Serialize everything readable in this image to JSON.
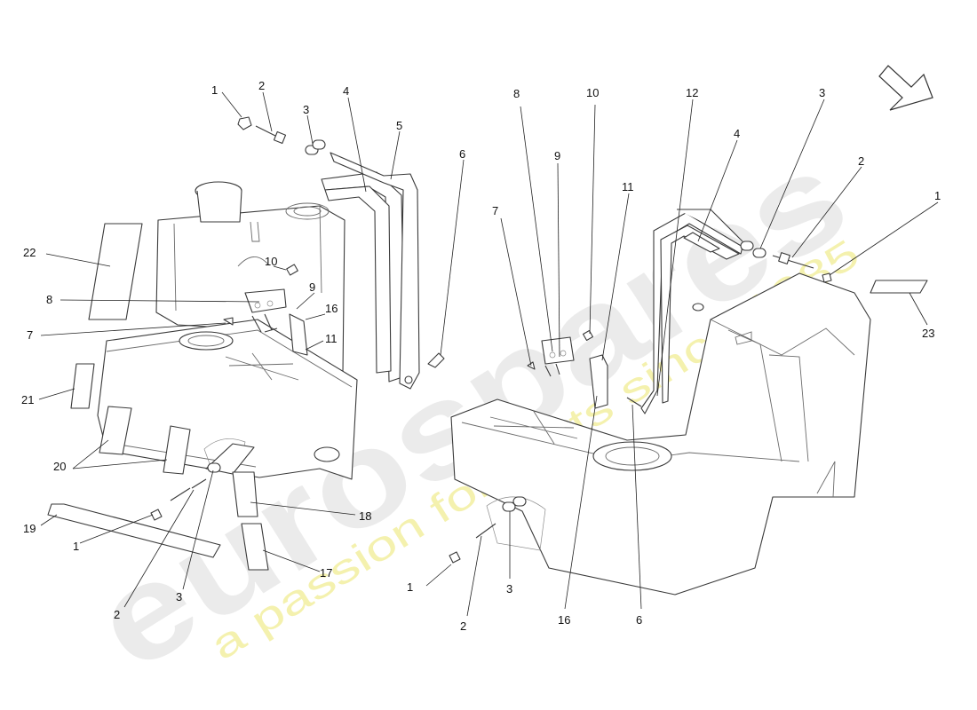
{
  "watermark": {
    "brand": "eurospares",
    "tagline": "a passion for parts since 1985"
  },
  "callouts": [
    {
      "id": "c1a",
      "label": "1"
    },
    {
      "id": "c2a",
      "label": "2"
    },
    {
      "id": "c3a",
      "label": "3"
    },
    {
      "id": "c4a",
      "label": "4"
    },
    {
      "id": "c5a",
      "label": "5"
    },
    {
      "id": "c6a",
      "label": "6"
    },
    {
      "id": "c22",
      "label": "22"
    },
    {
      "id": "c10a",
      "label": "10"
    },
    {
      "id": "c9a",
      "label": "9"
    },
    {
      "id": "c8a",
      "label": "8"
    },
    {
      "id": "c16a",
      "label": "16"
    },
    {
      "id": "c7a",
      "label": "7"
    },
    {
      "id": "c11a",
      "label": "11"
    },
    {
      "id": "c21",
      "label": "21"
    },
    {
      "id": "c20",
      "label": "20"
    },
    {
      "id": "c18",
      "label": "18"
    },
    {
      "id": "c19",
      "label": "19"
    },
    {
      "id": "c1b",
      "label": "1"
    },
    {
      "id": "c17",
      "label": "17"
    },
    {
      "id": "c2b",
      "label": "2"
    },
    {
      "id": "c3b",
      "label": "3"
    },
    {
      "id": "c8b",
      "label": "8"
    },
    {
      "id": "c10b",
      "label": "10"
    },
    {
      "id": "c12",
      "label": "12"
    },
    {
      "id": "c3c",
      "label": "3"
    },
    {
      "id": "c9b",
      "label": "9"
    },
    {
      "id": "c4b",
      "label": "4"
    },
    {
      "id": "c11b",
      "label": "11"
    },
    {
      "id": "c7b",
      "label": "7"
    },
    {
      "id": "c2c",
      "label": "2"
    },
    {
      "id": "c1c",
      "label": "1"
    },
    {
      "id": "c23",
      "label": "23"
    },
    {
      "id": "c6b",
      "label": "6"
    },
    {
      "id": "c16b",
      "label": "16"
    },
    {
      "id": "c3d",
      "label": "3"
    },
    {
      "id": "c1d",
      "label": "1"
    },
    {
      "id": "c2d",
      "label": "2"
    }
  ]
}
